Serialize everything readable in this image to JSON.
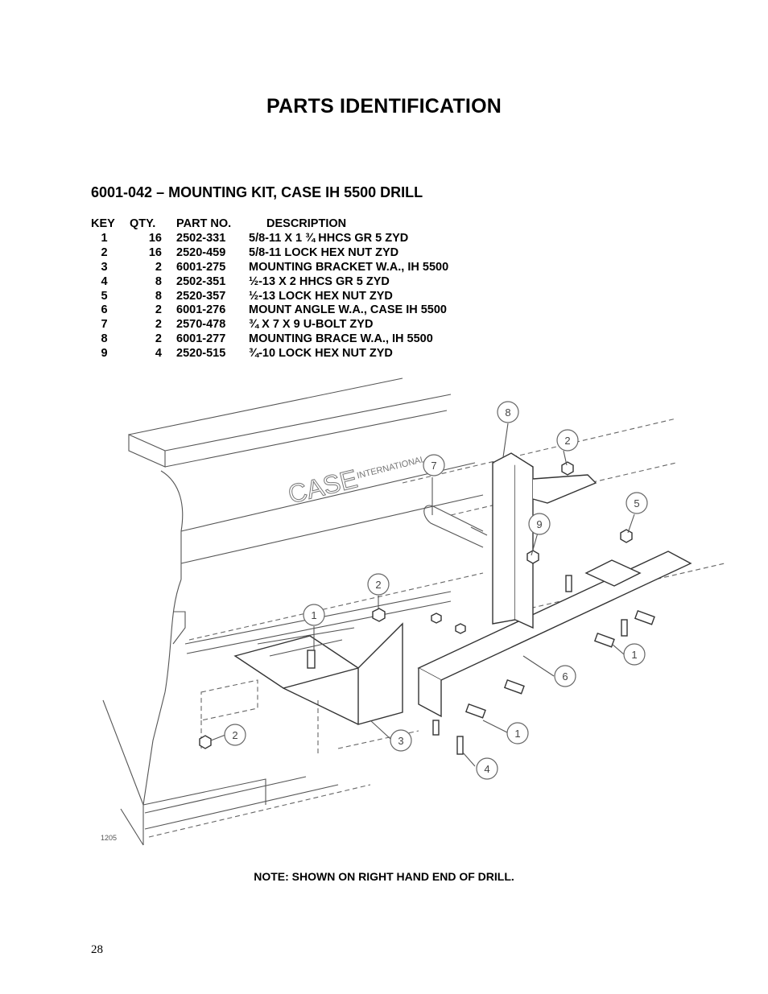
{
  "page": {
    "title": "PARTS IDENTIFICATION",
    "kit_heading": "6001-042 – MOUNTING KIT, CASE IH 5500 DRILL",
    "note": "NOTE:  SHOWN ON RIGHT HAND END OF DRILL.",
    "page_number": "28"
  },
  "parts_table": {
    "headers": {
      "key": "KEY",
      "qty": "QTY.",
      "part_no": "PART NO.",
      "description": "DESCRIPTION"
    },
    "rows": [
      {
        "key": "1",
        "qty": "16",
        "part_no": "2502-331",
        "description": "5/8-11 X 1 ¾ HHCS GR 5 ZYD"
      },
      {
        "key": "2",
        "qty": "16",
        "part_no": "2520-459",
        "description": "5/8-11 LOCK HEX NUT ZYD"
      },
      {
        "key": "3",
        "qty": "2",
        "part_no": "6001-275",
        "description": "MOUNTING BRACKET W.A., IH 5500"
      },
      {
        "key": "4",
        "qty": "8",
        "part_no": "2502-351",
        "description": "½-13 X 2 HHCS GR 5 ZYD"
      },
      {
        "key": "5",
        "qty": "8",
        "part_no": "2520-357",
        "description": "½-13 LOCK HEX NUT ZYD"
      },
      {
        "key": "6",
        "qty": "2",
        "part_no": "6001-276",
        "description": "MOUNT ANGLE W.A., CASE IH 5500"
      },
      {
        "key": "7",
        "qty": "2",
        "part_no": "2570-478",
        "description": "¾ X 7 X 9 U-BOLT ZYD"
      },
      {
        "key": "8",
        "qty": "2",
        "part_no": "6001-277",
        "description": "MOUNTING BRACE W.A., IH 5500"
      },
      {
        "key": "9",
        "qty": "4",
        "part_no": "2520-515",
        "description": "¾-10 LOCK HEX NUT ZYD"
      }
    ]
  },
  "drawing": {
    "brand_text": "CASE",
    "brand_sub": "INTERNATIONAL",
    "drawing_number": "1205",
    "callouts": [
      "8",
      "2",
      "7",
      "9",
      "5",
      "2",
      "1",
      "6",
      "1",
      "3",
      "2",
      "1",
      "4"
    ]
  }
}
